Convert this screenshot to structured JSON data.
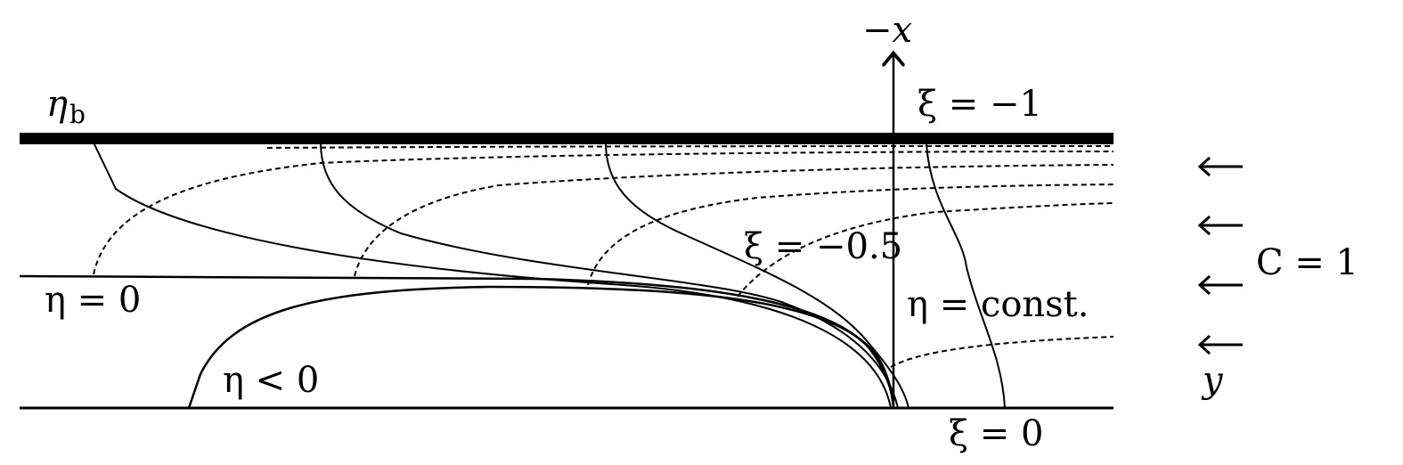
{
  "labels": {
    "axis_x": "−x",
    "axis_y": "y",
    "eta_b": "η",
    "eta_b_sub": "b",
    "eta_zero": "η = 0",
    "eta_neg": "η < 0",
    "xi_minus1": "ξ = −1",
    "xi_minus05": "ξ = −0.5",
    "xi_zero": "ξ = 0",
    "eta_const": "η = const.",
    "c_value": "C = 1"
  },
  "colors": {
    "line": "#000000",
    "background": "#ffffff"
  }
}
